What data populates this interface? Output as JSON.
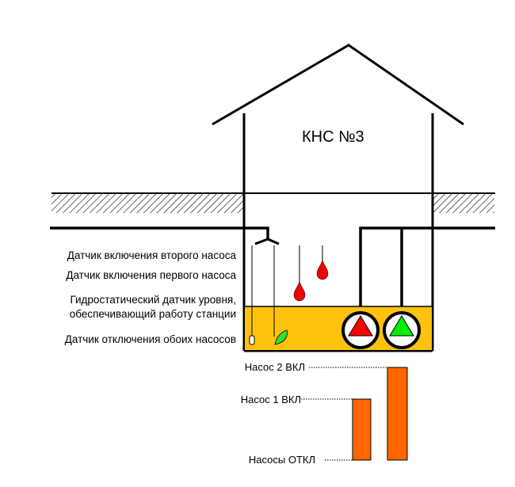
{
  "station": {
    "title": "КНС №3"
  },
  "sensors": {
    "second_pump_on": "Датчик включения второго насоса",
    "first_pump_on": "Датчик включения первого насоса",
    "hydrostatic_line1": "Гидростатический датчик уровня,",
    "hydrostatic_line2": "обеспечивающий работу станции",
    "both_pumps_off": "Датчик отключения обоих насосов"
  },
  "levels": {
    "pump2_on": "Насос 2 ВКЛ",
    "pump1_on": "Насос 1 ВКЛ",
    "pumps_off": "Насосы ОТКЛ"
  },
  "colors": {
    "water": "#ffc20e",
    "pump_active": "#ff0000",
    "pump_idle": "#00ee00",
    "float_high": "#ee0000",
    "float_low": "#33dd33",
    "bar": "#ff6600",
    "outline": "#000000"
  },
  "icons": {
    "pump": "pump-icon",
    "float": "float-sensor-icon",
    "hatch": "ground-hatch"
  }
}
